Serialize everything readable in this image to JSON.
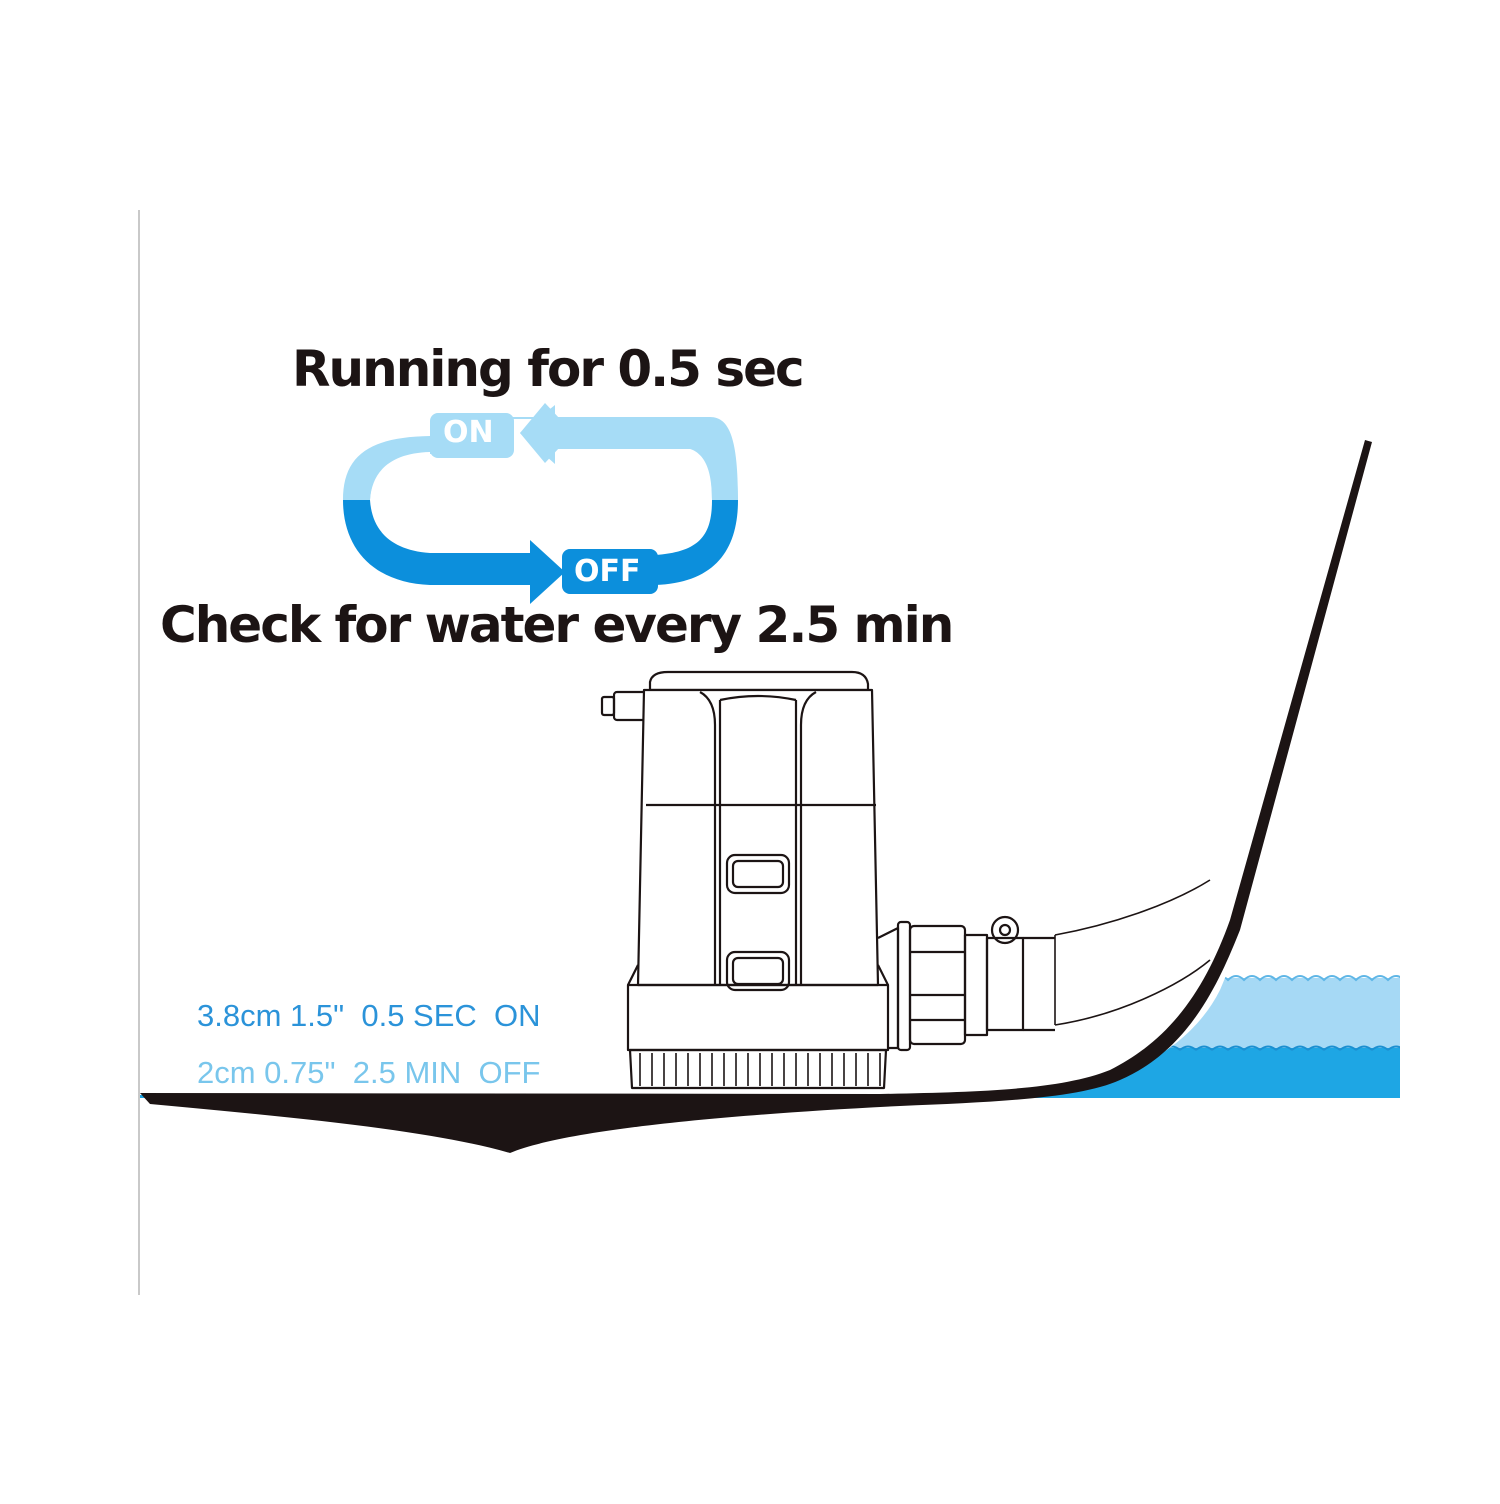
{
  "cycle": {
    "on_text": "Running for 0.5 sec",
    "off_text": "Check for water every 2.5 min",
    "on_badge": "ON",
    "off_badge": "OFF"
  },
  "levels": {
    "high": "3.8cm 1.5\"  0.5 SEC  ON",
    "low": "2cm 0.75\"  2.5 MIN  OFF"
  },
  "colors": {
    "outline": "#1c1414",
    "water_light": "#a6d9f5",
    "water_dark": "#1ea6e4",
    "arrow_on": "#a6dcf6",
    "arrow_off": "#0c8fdc"
  }
}
